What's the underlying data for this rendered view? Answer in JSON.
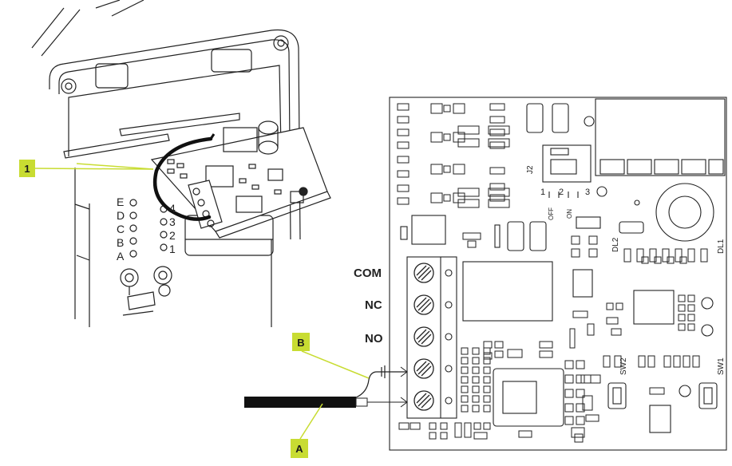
{
  "callouts": {
    "one": "1",
    "a": "A",
    "b": "B",
    "color": "#c8dc32"
  },
  "terminals": {
    "com": "COM",
    "nc": "NC",
    "no": "NO"
  },
  "housing": {
    "left_letters": [
      "E",
      "D",
      "C",
      "B",
      "A"
    ],
    "right_numbers": [
      "4",
      "3",
      "2",
      "1"
    ]
  },
  "board": {
    "j2": "J2",
    "dip_numbers": [
      "1",
      "2",
      "3"
    ],
    "dip_off": "OFF",
    "dip_on": "ON",
    "dl1": "DL1",
    "dl2": "DL2",
    "sw1": "SW1",
    "sw2": "SW2"
  }
}
